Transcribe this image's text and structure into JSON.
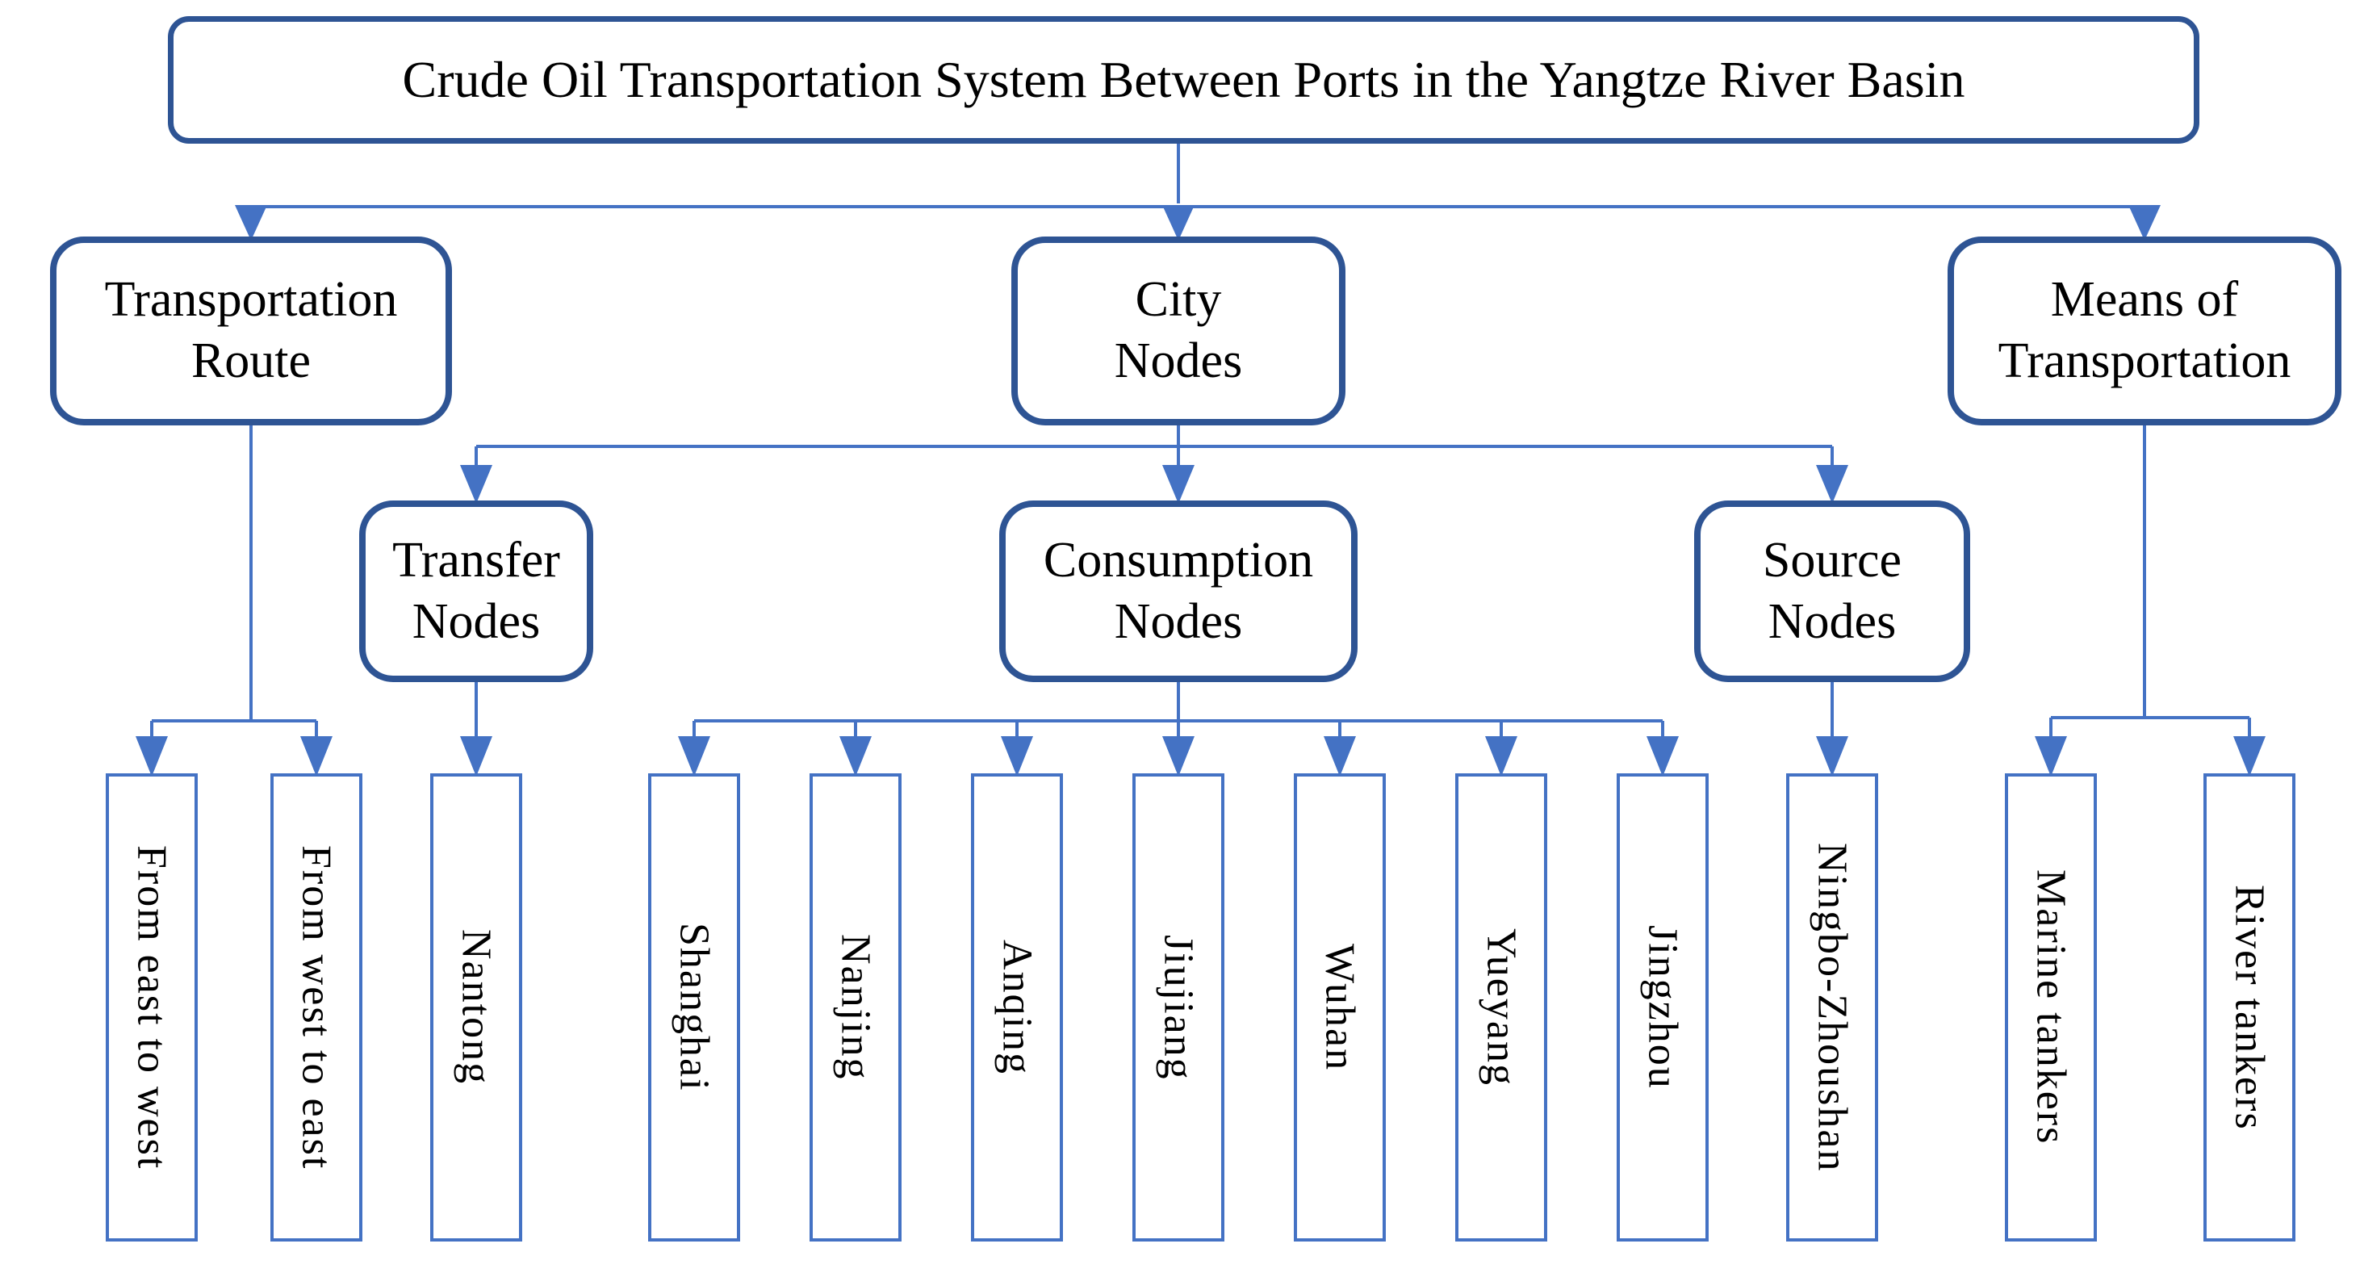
{
  "diagram": {
    "type": "hierarchy-flowchart",
    "colors": {
      "box_border_dark": "#2e5494",
      "connector_blue": "#4472c4",
      "text": "#000000",
      "background": "#ffffff"
    },
    "nodes": {
      "root": {
        "label": "Crude Oil Transportation System Between Ports in the Yangtze River Basin"
      },
      "transportation_route": {
        "line1": "Transportation",
        "line2": "Route"
      },
      "city_nodes": {
        "line1": "City",
        "line2": "Nodes"
      },
      "means_of_transportation": {
        "line1": "Means of",
        "line2": "Transportation"
      },
      "transfer_nodes": {
        "line1": "Transfer",
        "line2": "Nodes"
      },
      "consumption_nodes": {
        "line1": "Consumption",
        "line2": "Nodes"
      },
      "source_nodes": {
        "line1": "Source",
        "line2": "Nodes"
      }
    },
    "leaves": {
      "route": [
        "From east to west",
        "From west to east"
      ],
      "transfer": [
        "Nantong"
      ],
      "consumption": [
        "Shanghai",
        "Nanjing",
        "Anqing",
        "Jiujiang",
        "Wuhan",
        "Yueyang",
        "Jingzhou"
      ],
      "source": [
        "Ningbo-Zhoushan"
      ],
      "transport": [
        "Marine tankers",
        "River tankers"
      ]
    }
  }
}
